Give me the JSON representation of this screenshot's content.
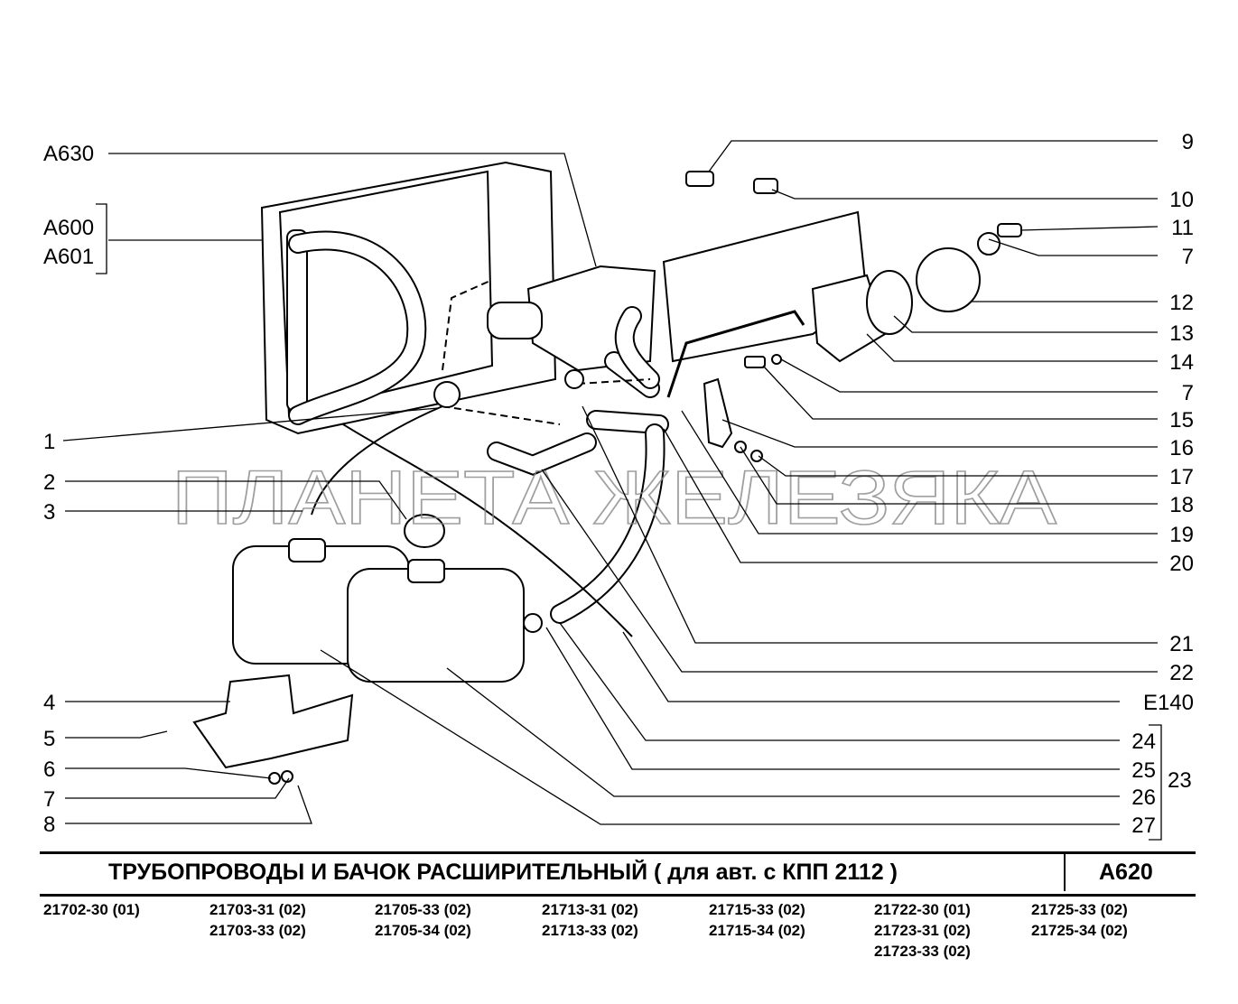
{
  "diagram": {
    "watermark": "ПЛАНЕТА ЖЕЛЕЗЯКА",
    "left_labels": [
      "A630",
      "A600",
      "A601",
      "1",
      "2",
      "3",
      "4",
      "5",
      "6",
      "7",
      "8"
    ],
    "right_labels": [
      "9",
      "10",
      "11",
      "7",
      "12",
      "13",
      "14",
      "7",
      "15",
      "16",
      "17",
      "18",
      "19",
      "20",
      "21",
      "22",
      "E140",
      "24",
      "25",
      "26",
      "27"
    ],
    "group_label": "23"
  },
  "footer": {
    "title": "ТРУБОПРОВОДЫ   И   БАЧОК   РАСШИРИТЕЛЬНЫЙ  ( для авт. с КПП 2112 )",
    "code": "A620",
    "models": [
      [
        "21702-30 (01)"
      ],
      [
        "21703-31 (02)",
        "21703-33 (02)"
      ],
      [
        "21705-33 (02)",
        "21705-34 (02)"
      ],
      [
        "21713-31 (02)",
        "21713-33 (02)"
      ],
      [
        "21715-33 (02)",
        "21715-34 (02)"
      ],
      [
        "21722-30 (01)",
        "21723-31 (02)",
        "21723-33 (02)"
      ],
      [
        "21725-33 (02)",
        "21725-34 (02)"
      ]
    ]
  }
}
